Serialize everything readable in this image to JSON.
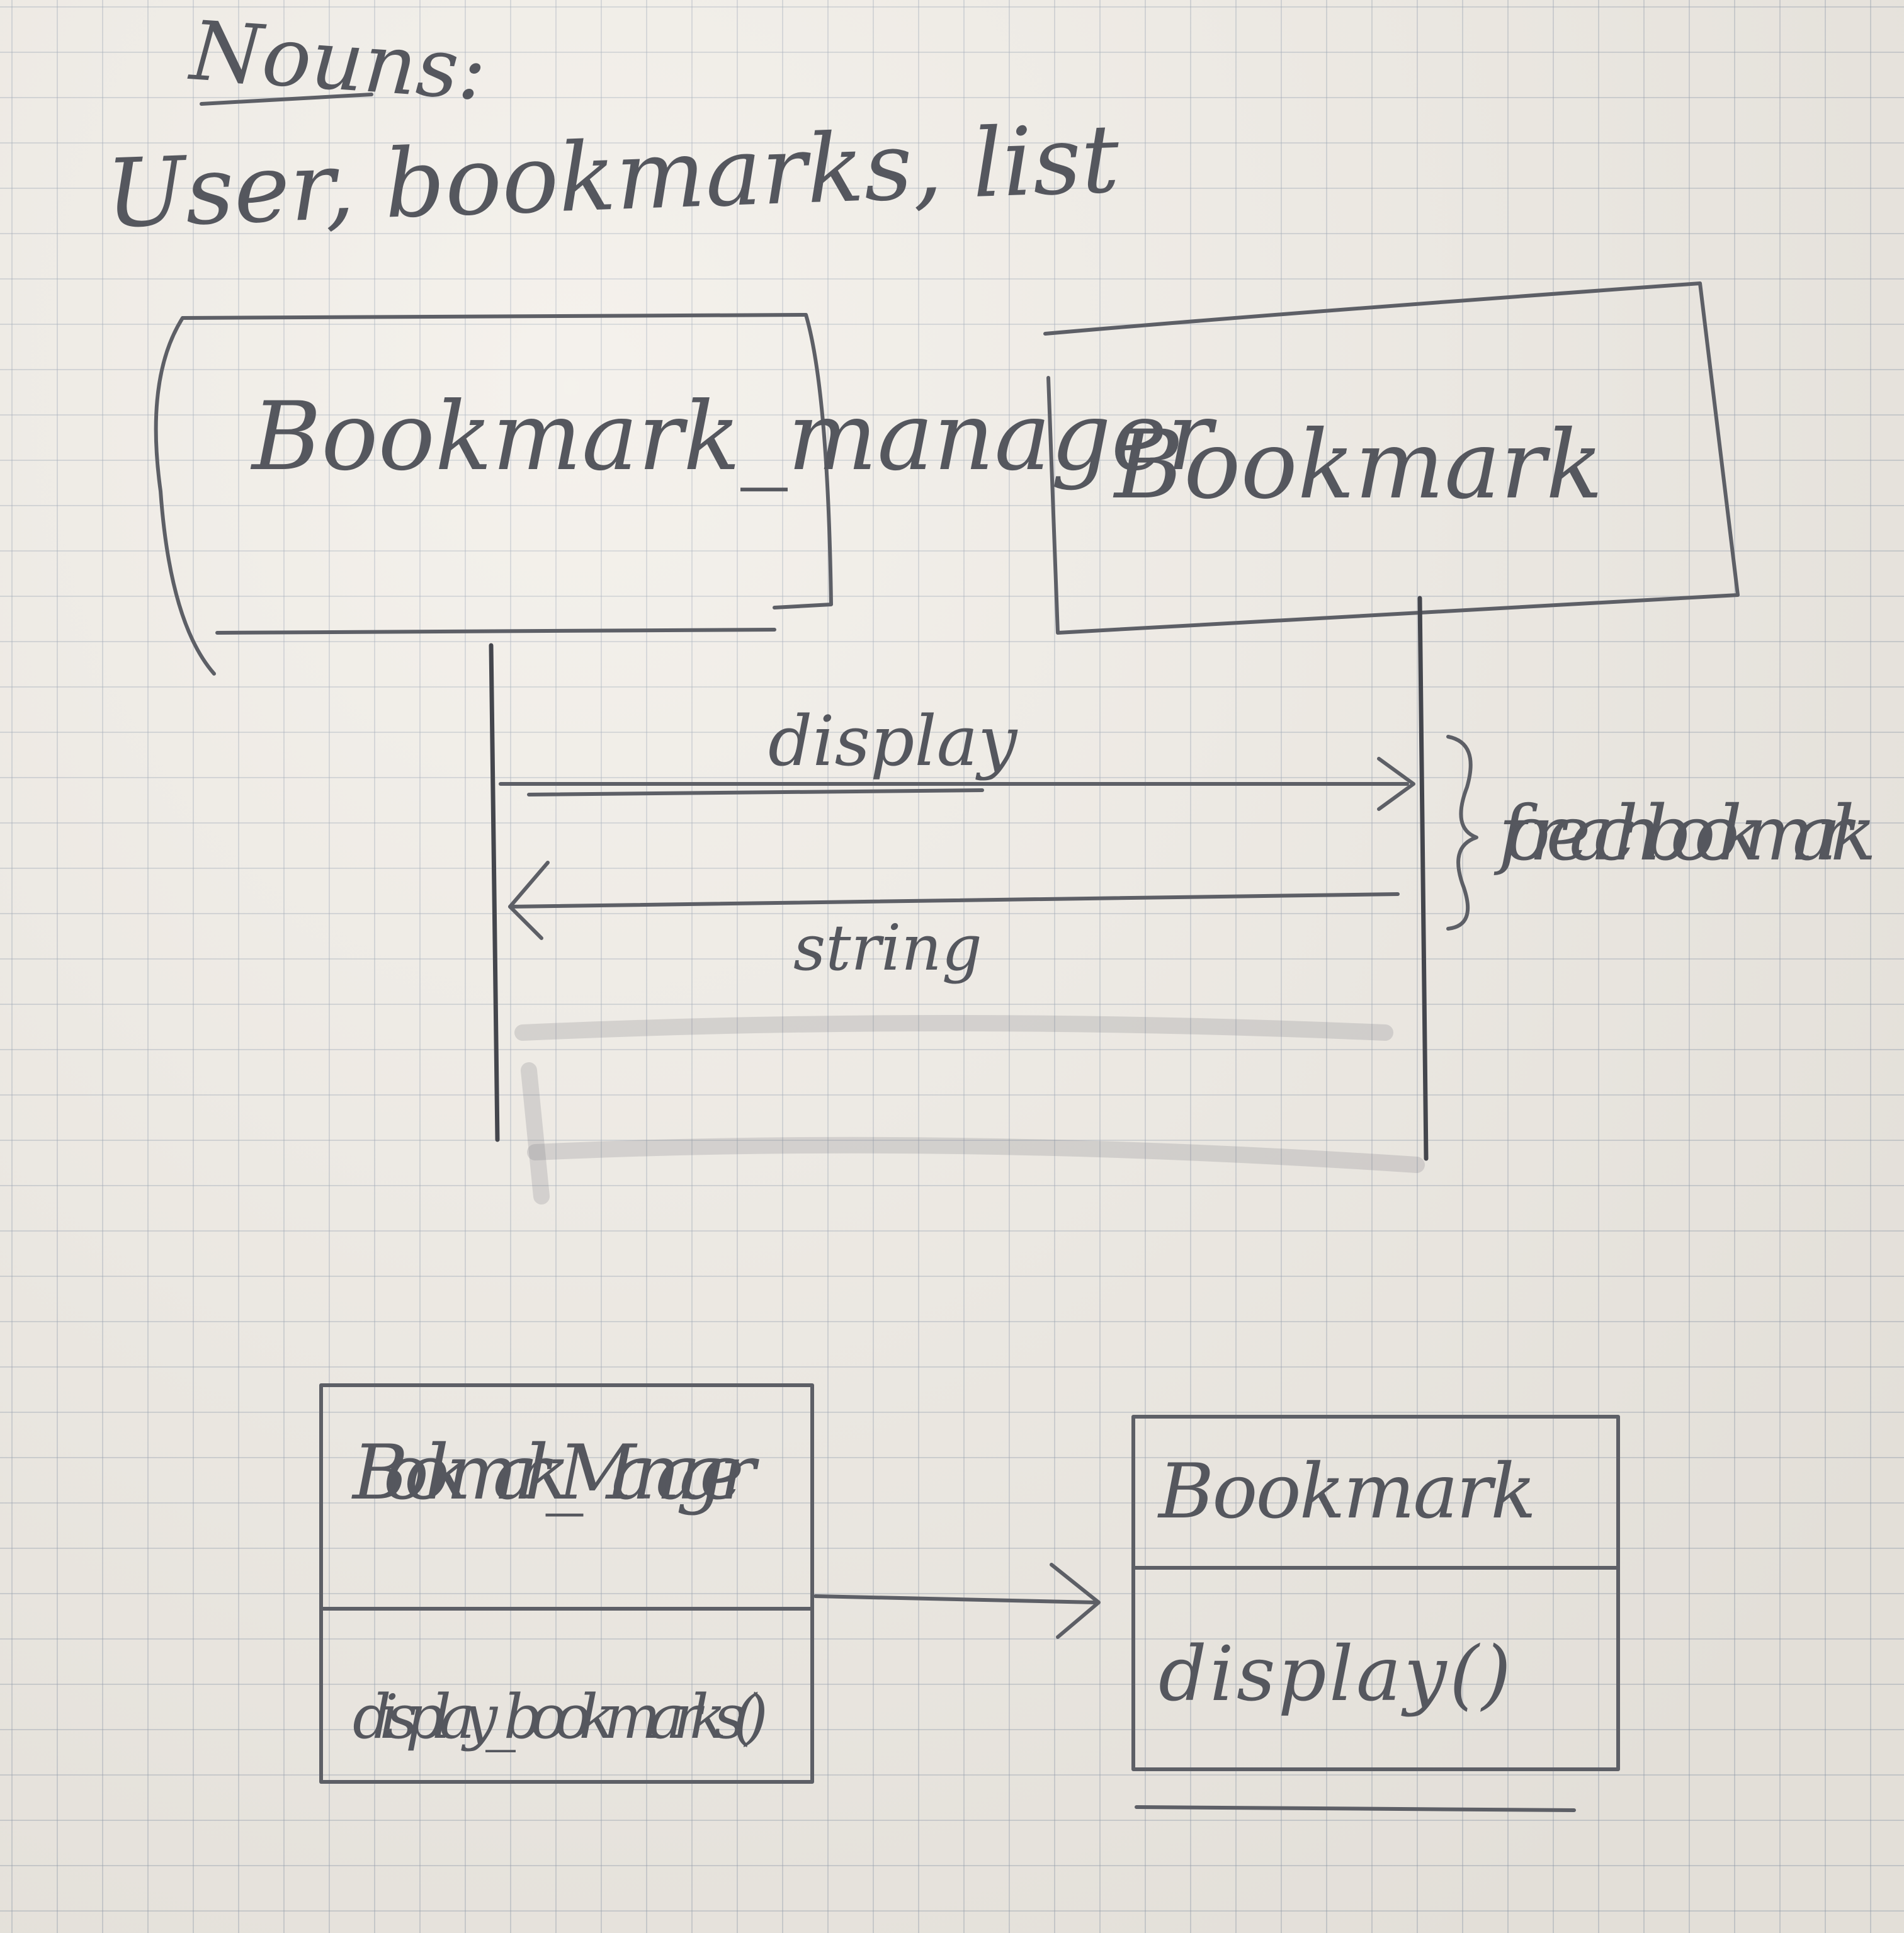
{
  "header": {
    "title": "Nouns:",
    "nouns": "User, bookmarks, list"
  },
  "sequence_diagram": {
    "left_lifeline_label": "Bookmark_manager",
    "right_lifeline_label": "Bookmark",
    "message_call": "display",
    "message_return": "string",
    "loop_note": "for each bookmark"
  },
  "class_diagram": {
    "left_class": {
      "name": "Bookmark_Manager",
      "method": "display_bookmarks()"
    },
    "right_class": {
      "name": "Bookmark",
      "method": "display()"
    }
  }
}
